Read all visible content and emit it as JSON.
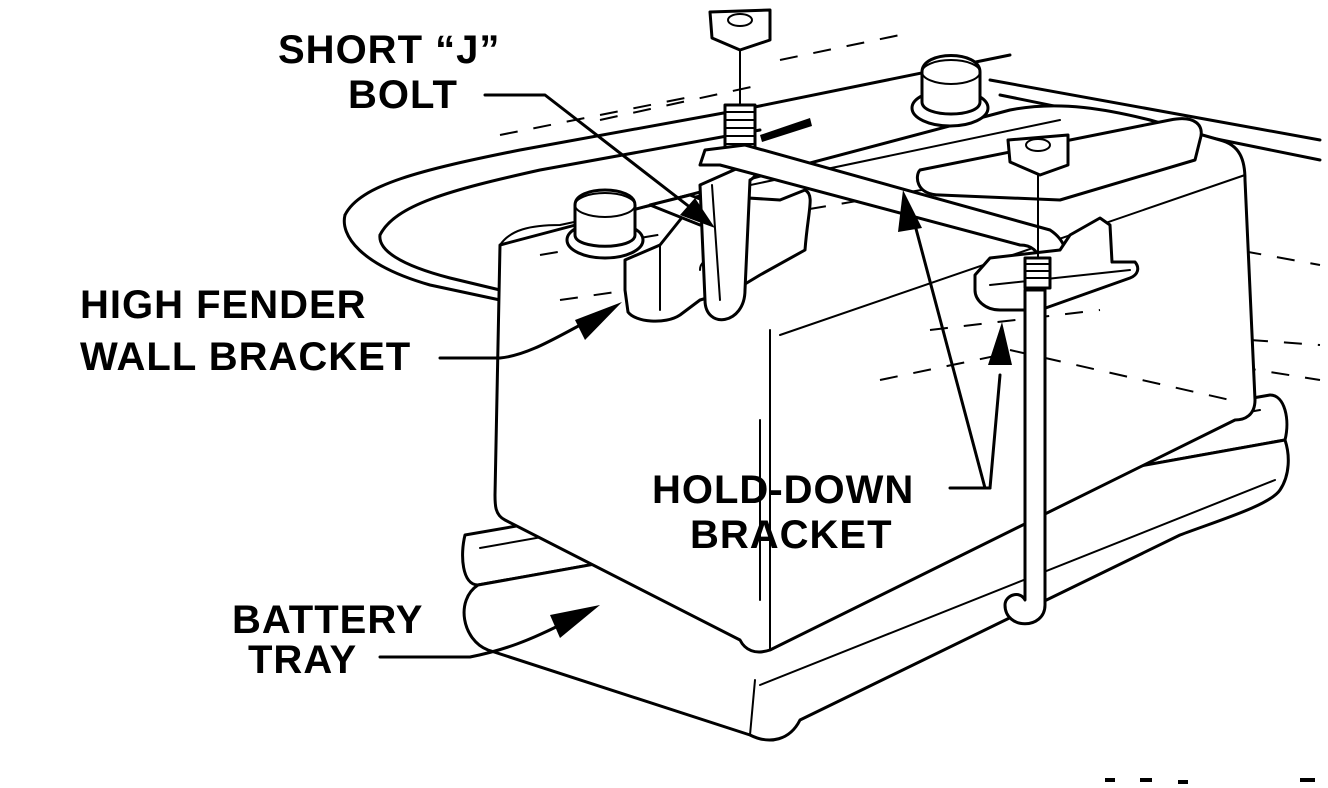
{
  "diagram": {
    "labels": {
      "short_j_bolt": {
        "line1": "SHORT “J”",
        "line2": "BOLT"
      },
      "high_fender_wall_bracket": {
        "line1": "HIGH FENDER",
        "line2": "WALL BRACKET"
      },
      "hold_down_bracket": {
        "line1": "HOLD-DOWN",
        "line2": "BRACKET"
      },
      "battery_tray": {
        "line1": "BATTERY",
        "line2": "TRAY"
      }
    }
  }
}
